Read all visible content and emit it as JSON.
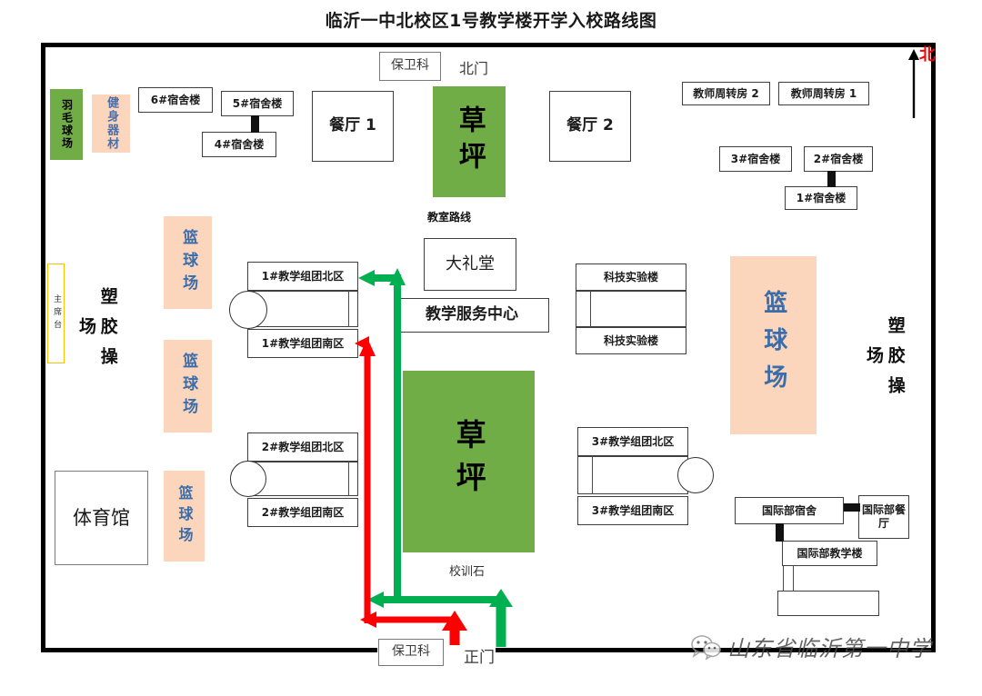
{
  "title": "临沂一中北校区1号教学楼开学入校路线图",
  "compass": {
    "label": "北",
    "color": "#FF0000",
    "icon": "north-arrow-icon"
  },
  "watermark": {
    "text": "山东省临沂第一中学",
    "icon": "wechat-logo-icon"
  },
  "colors": {
    "lawn_green": "#70AD47",
    "court_peach": "#FBD5BC",
    "route_green": "#00B050",
    "route_red": "#FF0000",
    "frame_black": "#000000",
    "podium_gold": "#FFC000",
    "peach_text_blue": "#4472A4"
  },
  "north_area": {
    "badminton_court": "羽毛球场",
    "fitness_equipment": "健身器材",
    "dorm_6": "6#宿舍楼",
    "dorm_5": "5#宿舍楼",
    "dorm_4": "4#宿舍楼",
    "security_north": "保卫科",
    "north_gate": "北门",
    "canteen_1": "餐厅 1",
    "lawn_north": "草坪",
    "canteen_2": "餐厅 2",
    "teacher_housing_2": "教师周转房 2",
    "teacher_housing_1": "教师周转房 1",
    "dorm_3": "3#宿舍楼",
    "dorm_2": "2#宿舍楼",
    "dorm_1": "1#宿舍楼"
  },
  "west_area": {
    "podium": "主席台",
    "track_field_west": "塑胶操场",
    "basketball_court_1": "篮球场",
    "basketball_court_2": "篮球场",
    "basketball_court_3": "篮球场",
    "gymnasium": "体育馆"
  },
  "center_area": {
    "classroom_route_label": "教室路线",
    "teaching_1_north": "1#教学组团北区",
    "teaching_1_south": "1#教学组团南区",
    "teaching_2_north": "2#教学组团北区",
    "teaching_2_south": "2#教学组团南区",
    "auditorium": "大礼堂",
    "teaching_service_center": "教学服务中心",
    "lawn_center": "草坪",
    "motto_stone": "校训石"
  },
  "east_area": {
    "science_lab_north": "科技实验楼",
    "science_lab_south": "科技实验楼",
    "teaching_3_north": "3#教学组团北区",
    "teaching_3_south": "3#教学组团南区",
    "basketball_court_east": "篮球场",
    "track_field_east": "塑胶操场",
    "intl_dorm": "国际部宿舍",
    "intl_canteen": "国际部餐厅",
    "intl_teaching": "国际部教学楼",
    "intl_annex": ""
  },
  "south_area": {
    "security_south": "保卫科",
    "main_gate": "正门"
  },
  "routes": [
    {
      "name": "green-route",
      "color": "#00B050",
      "description": "正门 → 校训石 → 草坪西侧北上 → 1#教学组团北区"
    },
    {
      "name": "red-route",
      "color": "#FF0000",
      "description": "保卫科 → 西行 → 北上 → 1#教学组团南区"
    }
  ]
}
